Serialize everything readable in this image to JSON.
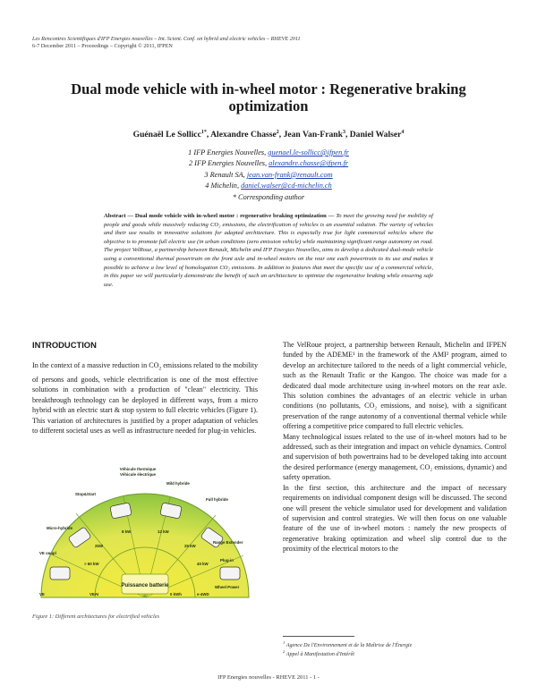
{
  "header": {
    "line1": "Les Rencontres Scientifiques d'IFP Energies nouvelles – Int. Scient. Conf. on hybrid and electric vehicles – RHEVE 2011",
    "line2": "6-7 December 2011 – Proceedings – Copyright © 2011, IFPEN"
  },
  "title": "Dual mode vehicle with in-wheel motor : Regenerative braking optimization",
  "authors": [
    {
      "name": "Guénaël Le Sollicc",
      "mark": "1*"
    },
    {
      "name": "Alexandre Chasse",
      "mark": "2"
    },
    {
      "name": "Jean Van-Frank",
      "mark": "3"
    },
    {
      "name": "Daniel Walser",
      "mark": "4"
    }
  ],
  "affiliations": [
    {
      "prefix": "1 IFP Energies Nouvelles,",
      "email": "guenael.le-sollicc@ifpen.fr"
    },
    {
      "prefix": "2 IFP Energies Nouvelles,",
      "email": "alexandre.chasse@ifpen.fr"
    },
    {
      "prefix": "3 Renault SA,",
      "email": "jean.van-frank@renault.com"
    },
    {
      "prefix": "4 Michelin,",
      "email": "daniel.walser@cd-michelin.ch"
    }
  ],
  "corresponding": "* Corresponding author",
  "abstract": {
    "heading": "Abstract — Dual mode vehicle with in-wheel motor : regenerative braking optimization —",
    "text": "To meet the growing need for mobility of people and goods while massively reducing CO₂ emissions, the electrification of vehicles is an essential solution. The variety of vehicles and their use results in innovative solutions for adapted architecture. This is especially true for light commercial vehicles where the objective is to promote full electric use (in urban conditions (zero emission vehicle) while maintaining significant range autonomy on road. The project VelRoue, a partnership between Renault, Michelin and IFP Energies Nouvelles, aims to develop a dedicated dual-mode vehicle using a conventional thermal powertrain on the front axle and in-wheel motors on the rear one each powertrain to its use and makes it possible to achieve a low level of homologation CO₂ emissions. In addition to features that meet the specific use of a commercial vehicle, in this paper we will particularly demonstrate the benefit of such an architecture to optimize the regenerative braking while ensuring safe use."
  },
  "introduction": {
    "heading": "INTRODUCTION",
    "para_a": "In the context of a massive reduction in CO",
    "para_sub": "2",
    "para_b": " emissions related to the mobility of persons and goods, vehicle electrification is one of the most effective solutions in combination with a production of \"clean\" electricity. This breakthrough technology can be deployed in different ways, from a micro hybrid with an electric start & stop system to full electric vehicles (Figure 1). This variation of architectures is justified by a proper adaptation of vehicles to different societal uses as well as infrastructure needed for plug-in vehicles."
  },
  "figure": {
    "caption": "Figure 1: Different architectures for electrified vehicles",
    "center_label": "Puissance batterie",
    "labels": [
      "Véhicule thermique",
      "Véhicule électrique",
      "Stop&Start",
      "Micro-hybride",
      "Mild hybride",
      "Full hybride",
      "Range Extender",
      "Plug-in",
      "VE coupl",
      "Wheel Power",
      "VE"
    ],
    "power_labels": [
      "2kW",
      "8 kW",
      "12 kW",
      "25 kW",
      "40 kW",
      "> 60 kW",
      "e-4WD",
      "VEAI",
      "0 kWh"
    ]
  },
  "right_column": {
    "p1": "The VelRoue project, a partnership between Renault, Michelin and IFPEN funded by the ADEME¹ in the framework of the AMI² program, aimed to develop an architecture tailored to the needs of a light commercial vehicle, such as the Renault Trafic or the Kangoo. The choice was made for a dedicated dual mode architecture using in-wheel motors on the rear axle. This solution combines the advantages of an electric vehicle in urban conditions (no pollutants, CO₂ emissions, and noise), with a significant preservation of the range autonomy of a conventional thermal vehicle while offering a competitive price compared to full electric vehicles.",
    "p2": "Many technological issues related to the use of in-wheel motors had to be addressed, such as their integration and impact on vehicle dynamics. Control and supervision of both powertrains had to be developed taking into account the desired performance (energy management, CO₂ emissions, dynamic) and safety operation.",
    "p3": "In the first section, this architecture and the impact of necessary requirements on individual component design will be discussed. The second one will present the vehicle simulator used for development and validation of supervision and control strategies. We will then focus on one valuable feature of the use of in-wheel motors : namely the new prospects of regenerative braking optimization and wheel slip control due to the proximity of the electrical motors to the"
  },
  "footnotes": [
    {
      "mark": "1",
      "text": "Agence De l'Environnement et de la Maîtrise de l'Énergie"
    },
    {
      "mark": "2",
      "text": "Appel à Manifestation d'Intérêt"
    }
  ],
  "footer": "IFP Energies nouvelles - RHEVE 2011 - 1 -"
}
